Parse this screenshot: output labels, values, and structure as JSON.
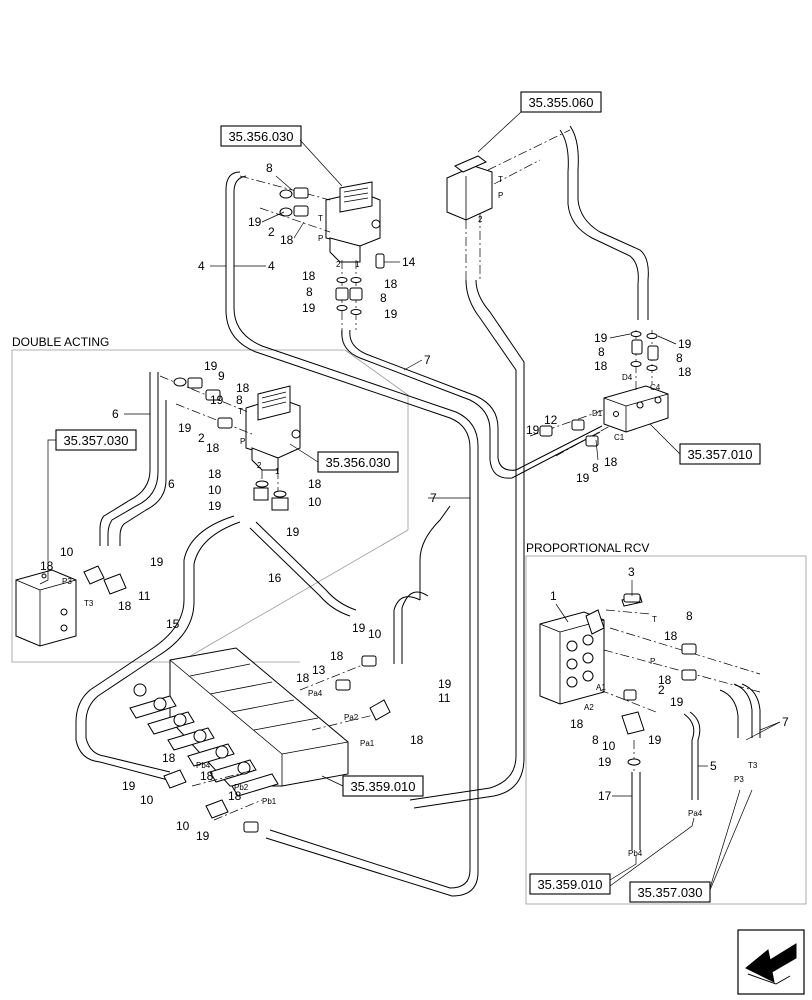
{
  "ref_boxes": [
    {
      "id": "ref-35-355-060",
      "text": "35.355.060"
    },
    {
      "id": "ref-35-356-030-top",
      "text": "35.356.030"
    },
    {
      "id": "ref-35-356-030-mid",
      "text": "35.356.030"
    },
    {
      "id": "ref-35-357-030-left",
      "text": "35.357.030"
    },
    {
      "id": "ref-35-357-010",
      "text": "35.357.010"
    },
    {
      "id": "ref-35-359-010-main",
      "text": "35.359.010"
    },
    {
      "id": "ref-35-359-010-prop",
      "text": "35.359.010"
    },
    {
      "id": "ref-35-357-030-prop",
      "text": "35.357.030"
    }
  ],
  "sections": {
    "double_acting": "DOUBLE ACTING",
    "proportional_rcv": "PROPORTIONAL RCV"
  },
  "callouts": {
    "n1": "1",
    "n2": "2",
    "n3": "3",
    "n4": "4",
    "n5": "5",
    "n6": "6",
    "n7": "7",
    "n8": "8",
    "n9": "9",
    "n10": "10",
    "n11": "11",
    "n12": "12",
    "n13": "13",
    "n14": "14",
    "n15": "15",
    "n16": "16",
    "n17": "17",
    "n18": "18",
    "n19": "19"
  },
  "port_labels": {
    "T": "T",
    "P": "P",
    "p1": "1",
    "p2": "2",
    "D1": "D1",
    "C1": "C1",
    "D4": "D4",
    "C4": "C4",
    "P3": "P3",
    "T3": "T3",
    "Pa1": "Pa1",
    "Pa2": "Pa2",
    "Pa4": "Pa4",
    "Pb1": "Pb1",
    "Pb2": "Pb2",
    "Pb4": "Pb4",
    "A1": "A1",
    "A2": "A2"
  }
}
